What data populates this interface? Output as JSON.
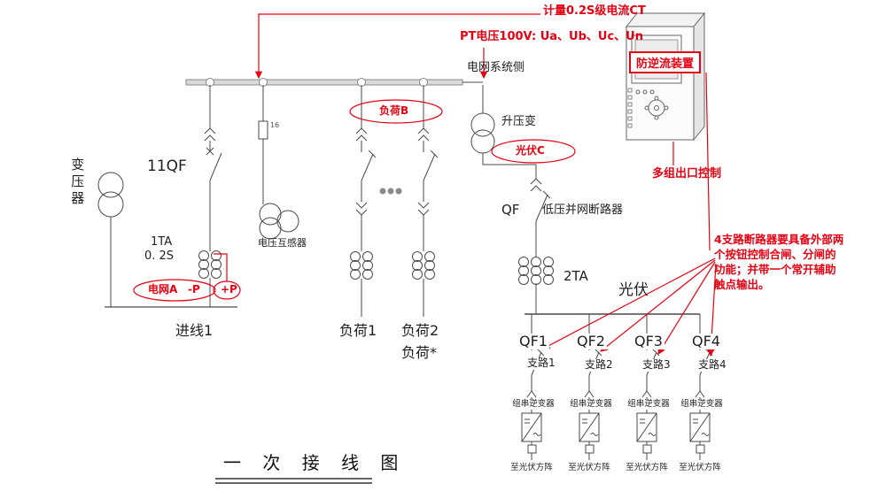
{
  "colors": {
    "line": "#4a4a4a",
    "red": "#e60012",
    "bus_fill": "#d9d9d9"
  },
  "annotations": {
    "metering_ct": "计量0.2S级电流CT",
    "pt_voltage": "PT电压100V: Ua、Ub、Uc、Un",
    "anti_backflow_device": "防逆流装置",
    "multi_output_control": "多组出口控制",
    "grid_side": "电网系统侧",
    "load_b": "负荷B",
    "grid_a": "电网A",
    "minus_p": "-P",
    "plus_p": "+P",
    "pv_c": "光伏C",
    "branch_note_lines": [
      "4支路断路器要具备外部两",
      "个按钮控制合闸、分闸的",
      "功能；并带一个常开辅助",
      "触点输出。"
    ]
  },
  "labels": {
    "transformer": "变压器",
    "breaker_11qf": "11QF",
    "ct_1ta": "1TA",
    "ct_accuracy": "0. 2S",
    "pt_fuse": "16",
    "voltage_transformer": "电压互感器",
    "incoming_1": "进线1",
    "load_1": "负荷1",
    "load_2": "负荷2",
    "load_star": "负荷*",
    "stepup_transformer": "升压变",
    "qf": "QF",
    "grid_tie_breaker": "低压并网断路器",
    "ct_2ta": "2TA",
    "pv": "光伏",
    "title": "一 次 接 线 图"
  },
  "branches": [
    {
      "qf": "QF1",
      "name": "支路1",
      "inverter": "组串逆变器",
      "to_array": "至光伏方阵"
    },
    {
      "qf": "QF2",
      "name": "支路2",
      "inverter": "组串逆变器",
      "to_array": "至光伏方阵"
    },
    {
      "qf": "QF3",
      "name": "支路3",
      "inverter": "组串逆变器",
      "to_array": "至光伏方阵"
    },
    {
      "qf": "QF4",
      "name": "支路4",
      "inverter": "组串逆变器",
      "to_array": "至光伏方阵"
    }
  ]
}
